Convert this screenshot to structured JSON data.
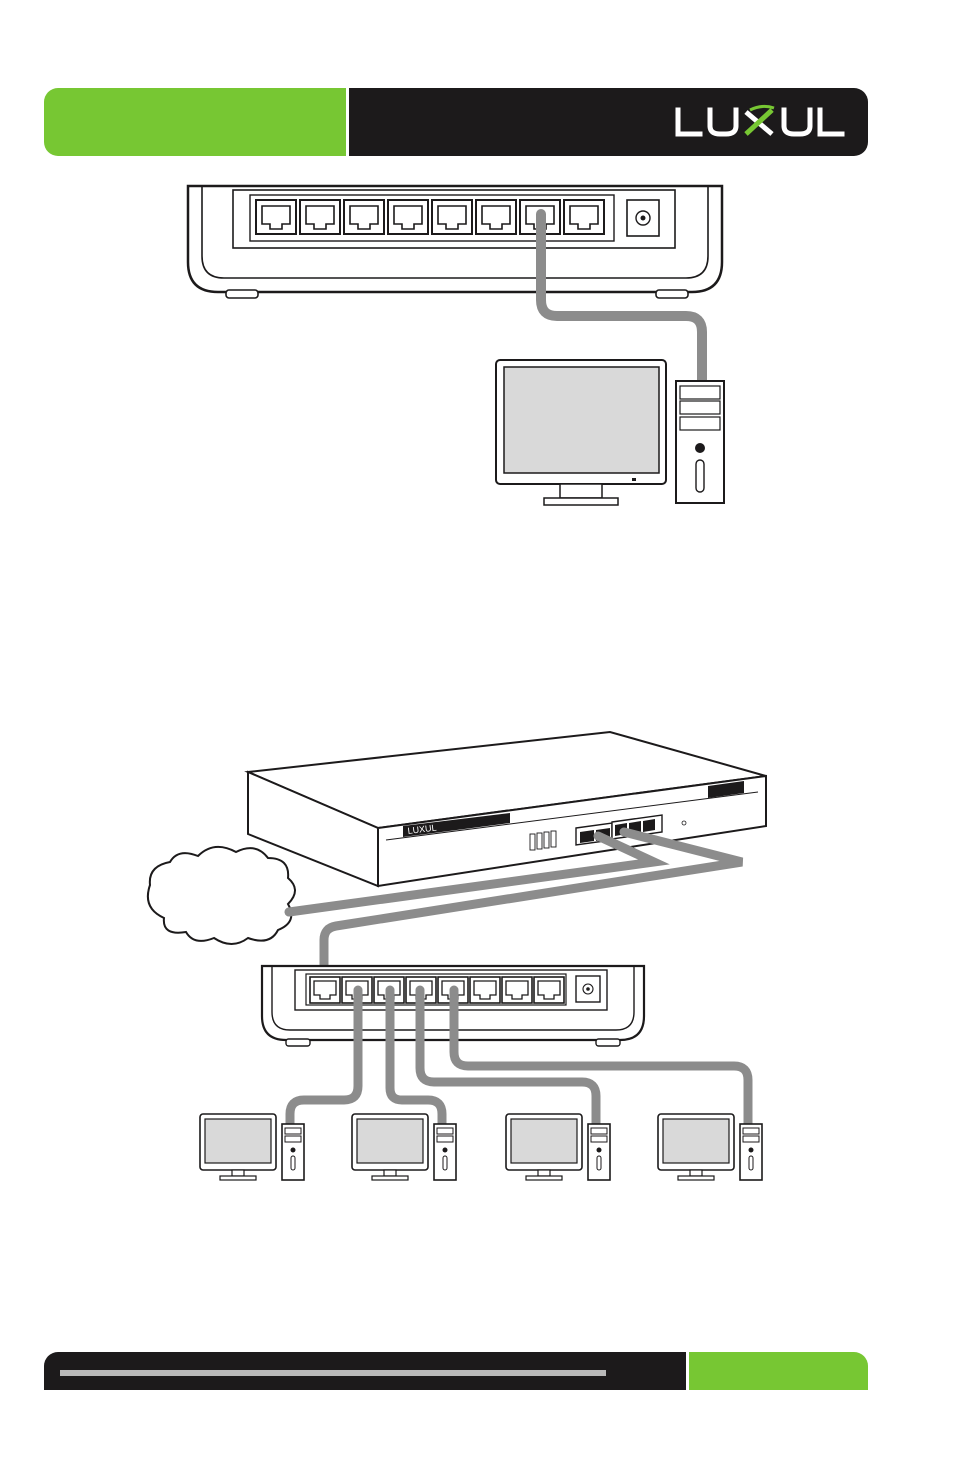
{
  "brand": {
    "logo_text": "LUXUL",
    "colors": {
      "green": "#77c733",
      "black": "#1c1a1b",
      "cable": "#8c8c8c"
    }
  },
  "figures": [
    {
      "id": "pc-to-switch",
      "switch_ports": 8,
      "computers": 1
    },
    {
      "id": "router-switch-network",
      "switch_ports": 8,
      "computers": 4,
      "router_logo": "LUXUL"
    }
  ]
}
